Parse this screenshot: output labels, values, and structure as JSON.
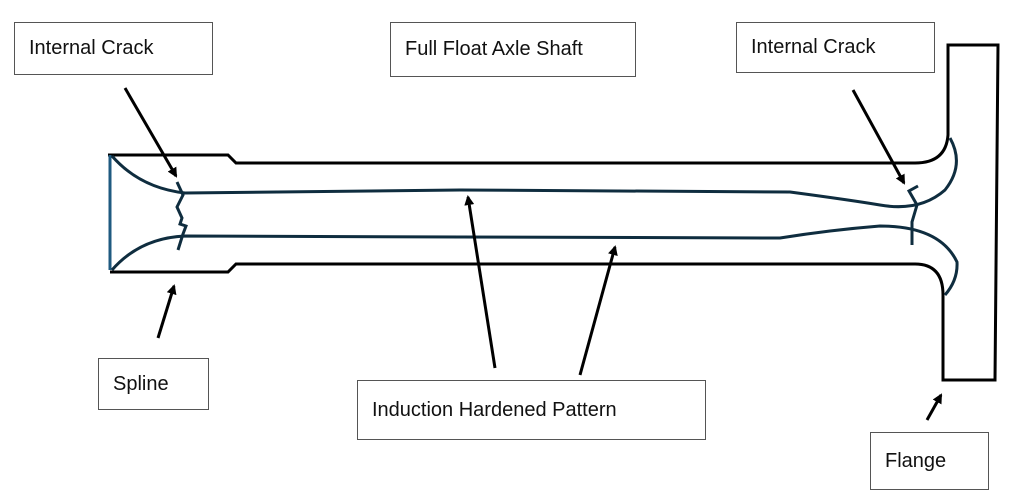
{
  "title": "Full Float Axle Shaft",
  "labels": {
    "crack_left": "Internal Crack",
    "crack_right": "Internal Crack",
    "spline": "Spline",
    "pattern": "Induction Hardened Pattern",
    "flange": "Flange"
  },
  "colors": {
    "outline": "#000000",
    "pattern": "#0f2d3f",
    "spline_end": "#1f5a80"
  }
}
